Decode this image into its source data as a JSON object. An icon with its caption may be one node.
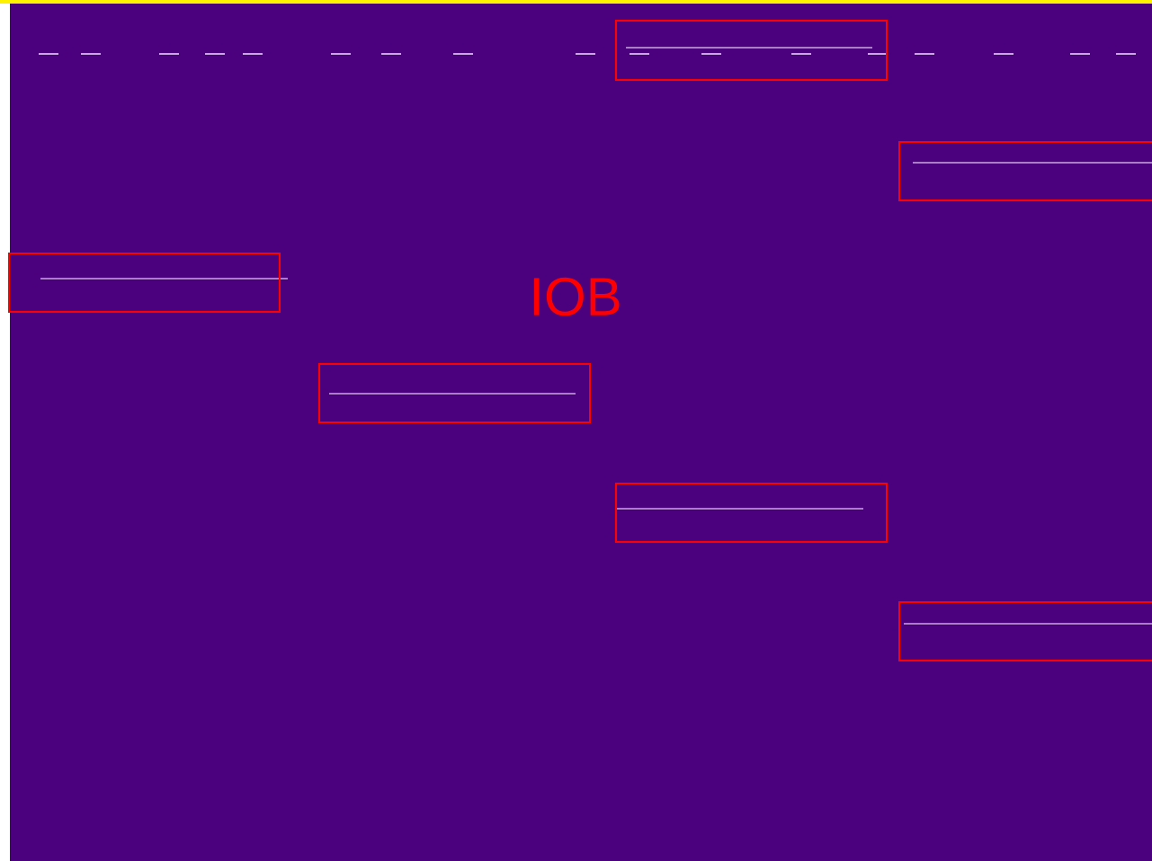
{
  "diagram": {
    "nodes": [
      {
        "text": [],
        "shape": "box"
      },
      {
        "text": [],
        "shape": "box"
      },
      {
        "text": [],
        "shape": "box"
      },
      {
        "text": [],
        "shape": "box"
      },
      {
        "text": [],
        "shape": "box"
      },
      {
        "text": [],
        "shape": "box"
      }
    ],
    "labels": [
      "IOB"
    ]
  }
}
